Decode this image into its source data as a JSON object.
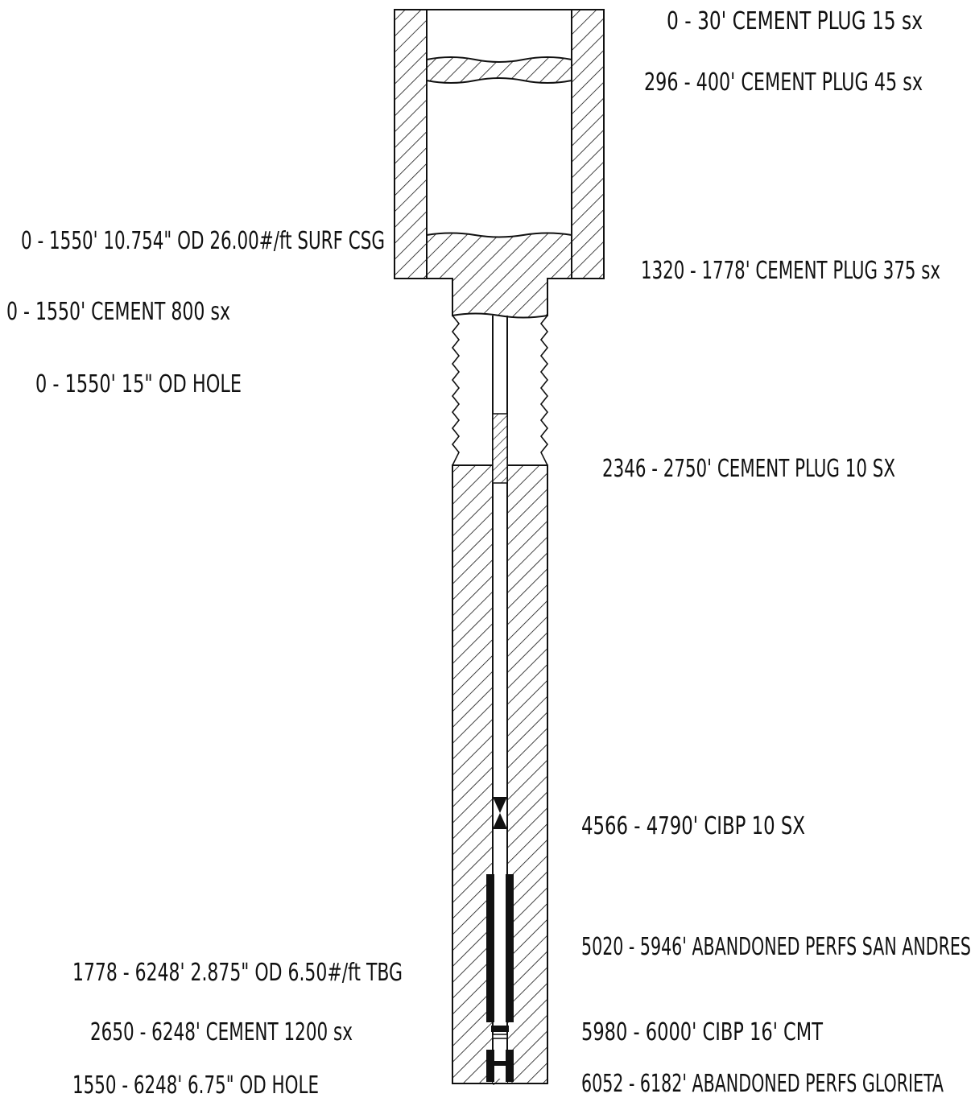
{
  "left_labels": [
    {
      "id": "surf-csg",
      "text": "0 -  1550' 10.754\" OD 26.00#/ft SURF CSG"
    },
    {
      "id": "surf-cement",
      "text": "0 -  1550' CEMENT 800 sx"
    },
    {
      "id": "surf-hole",
      "text": "0 -  1550' 15\" OD HOLE"
    },
    {
      "id": "tubing",
      "text": "1778 -  6248' 2.875\" OD  6.50#/ft TBG"
    },
    {
      "id": "prod-cement",
      "text": "2650 -  6248' CEMENT 1200 sx"
    },
    {
      "id": "prod-hole",
      "text": "1550 -  6248' 6.75\" OD HOLE"
    }
  ],
  "right_labels": [
    {
      "id": "plug-0-30",
      "text": "0 -    30' CEMENT PLUG 15 sx"
    },
    {
      "id": "plug-296-400",
      "text": "296 -   400' CEMENT PLUG 45 sx"
    },
    {
      "id": "plug-1320-1778",
      "text": "1320 -  1778' CEMENT PLUG 375 sx"
    },
    {
      "id": "plug-2346-2750",
      "text": "2346 -  2750' CEMENT PLUG 10 SX"
    },
    {
      "id": "cibp-4566",
      "text": "4566 -  4790' CIBP 10 SX"
    },
    {
      "id": "perfs-san-andres",
      "text": "5020 -  5946' ABANDONED PERFS SAN ANDRES"
    },
    {
      "id": "cibp-5980",
      "text": "5980 -  6000' CIBP 16' CMT"
    },
    {
      "id": "perfs-glorieta",
      "text": "6052 -  6182' ABANDONED PERFS GLORIETA"
    }
  ],
  "colors": {
    "line": "#111111",
    "background": "#ffffff"
  }
}
